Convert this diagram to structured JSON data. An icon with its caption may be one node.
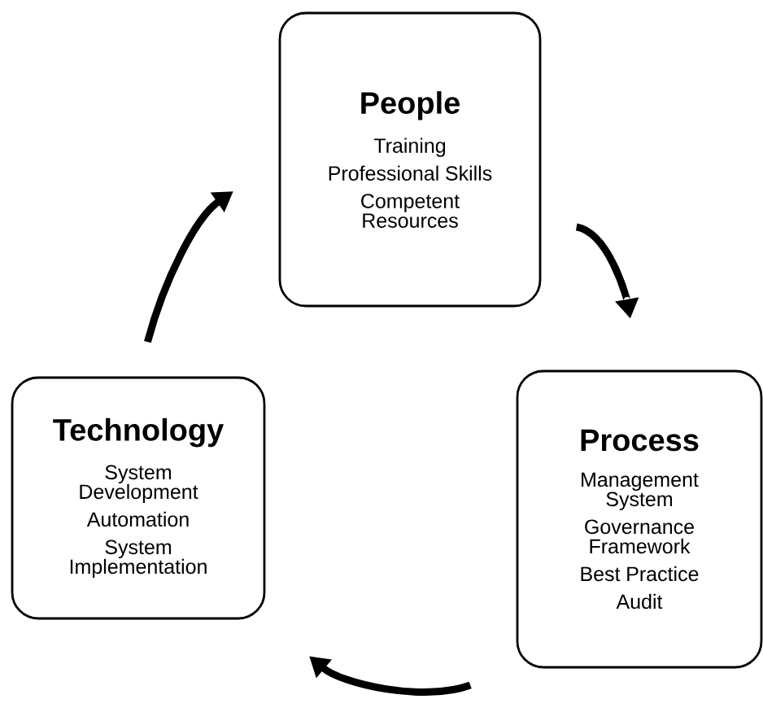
{
  "diagram": {
    "nodes": [
      {
        "text": [
          "People",
          "Training",
          "Professional Skills",
          "Competent Resources"
        ]
      },
      {
        "text": [
          "Process",
          "Management System",
          "Governance Framework",
          "Best Practice",
          "Audit"
        ]
      },
      {
        "text": [
          "Technology",
          "System Development",
          "Automation",
          "System Implementation"
        ]
      }
    ],
    "edges": [
      {
        "from": 0,
        "to": 1,
        "arrow": "to"
      },
      {
        "from": 1,
        "to": 2,
        "arrow": "to"
      },
      {
        "from": 2,
        "to": 0,
        "arrow": "to"
      }
    ]
  }
}
